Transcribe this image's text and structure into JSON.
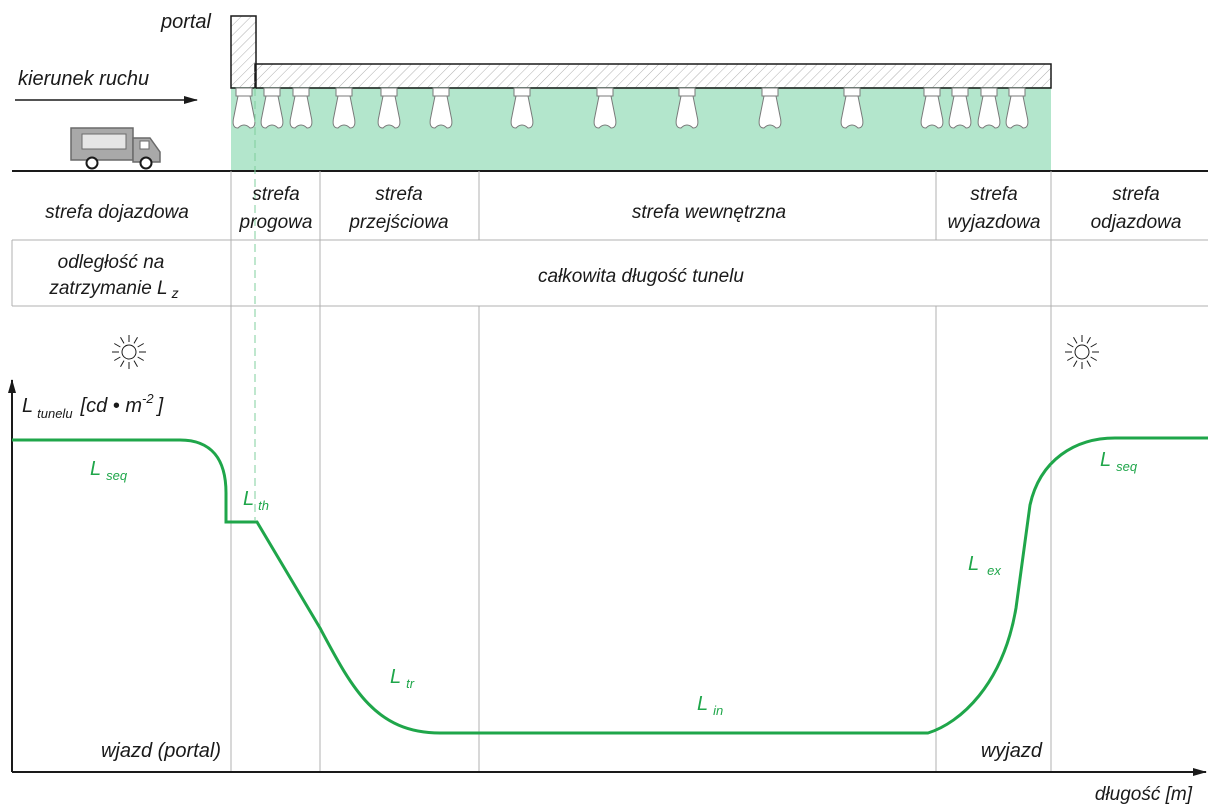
{
  "top": {
    "portal": "portal",
    "traffic_direction": "kierunek ruchu"
  },
  "zones": [
    {
      "label": "strefa dojazdowa"
    },
    {
      "label1": "strefa",
      "label2": "progowa"
    },
    {
      "label1": "strefa",
      "label2": "przejściowa"
    },
    {
      "label": "strefa wewnętrzna"
    },
    {
      "label1": "strefa",
      "label2": "wyjazdowa"
    },
    {
      "label1": "strefa",
      "label2": "odjazdowa"
    }
  ],
  "row2": {
    "stopping_line1": "odległość na",
    "stopping_line2": "zatrzymanie L",
    "stopping_sub": "z",
    "tunnel_length": "całkowita długość tunelu"
  },
  "axes": {
    "y_label_L": "L",
    "y_label_sub": "tunelu",
    "y_label_unit": "[cd • m",
    "y_label_exp": "-2",
    "y_label_close": "]",
    "x_label": "długość [m]"
  },
  "curve_labels": {
    "seq_left": {
      "main": "L",
      "sub": "seq"
    },
    "th": {
      "main": "L",
      "sub": "th"
    },
    "tr": {
      "main": "L",
      "sub": "tr"
    },
    "in": {
      "main": "L",
      "sub": "in"
    },
    "ex": {
      "main": "L",
      "sub": "ex"
    },
    "seq_right": {
      "main": "L",
      "sub": "seq"
    }
  },
  "bottom": {
    "entrance": "wjazd (portal)",
    "exit": "wyjazd"
  },
  "colors": {
    "curve": "#1fa64a",
    "tunnel_fill": "#b3e6cc",
    "lines": "#1a1a1a",
    "grid": "#b0b0b0"
  },
  "icons": [
    "sun-icon",
    "truck-icon",
    "luminaire-icon",
    "arrow-right-icon"
  ]
}
